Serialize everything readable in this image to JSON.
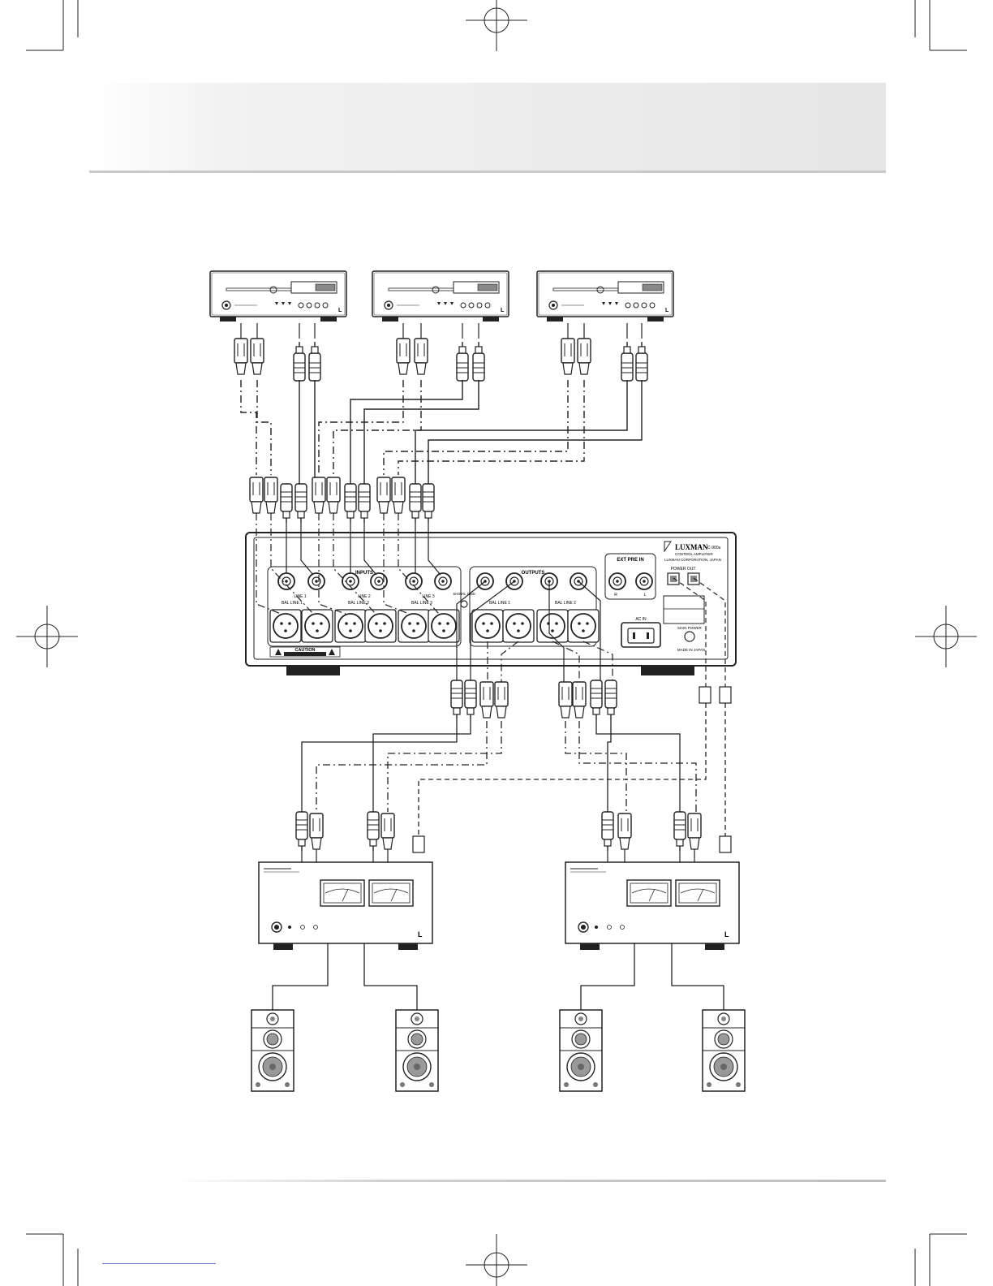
{
  "preamp": {
    "brand": "LUXMAN",
    "model": "C-900u",
    "subtitle": "CONTROL AMPLIFIER",
    "maker": "LUXMAN CORPORATION, JAPAN",
    "inputs_label": "INPUTS",
    "outputs_label": "OUTPUTS",
    "ext_pre_in_label": "EXT PRE IN",
    "power_out_label": "POWER OUT",
    "ac_in_label": "AC IN",
    "main_power_label": "MAIN POWER",
    "made_in_label": "MADE IN JAPAN",
    "caution_label": "CAUTION",
    "signal_gnd_label": "SIGNAL GND",
    "bal_line_labels": [
      "BAL LINE 1",
      "BAL LINE 2",
      "BAL LINE 3",
      "BAL LINE 1",
      "BAL LINE 2"
    ],
    "line_labels": [
      "LINE 1",
      "LINE 2",
      "LINE 3",
      "LINE 1",
      "LINE 2"
    ],
    "r_label": "R",
    "l_label": "L"
  },
  "colors": {
    "line": "#222222",
    "panel_fill": "#f7f7f7",
    "header_band": "#ececec",
    "footer_rule": "#c0c0c0"
  },
  "icons": [
    "registration-mark-icon",
    "crop-mark-icon",
    "warning-triangle-icon"
  ]
}
